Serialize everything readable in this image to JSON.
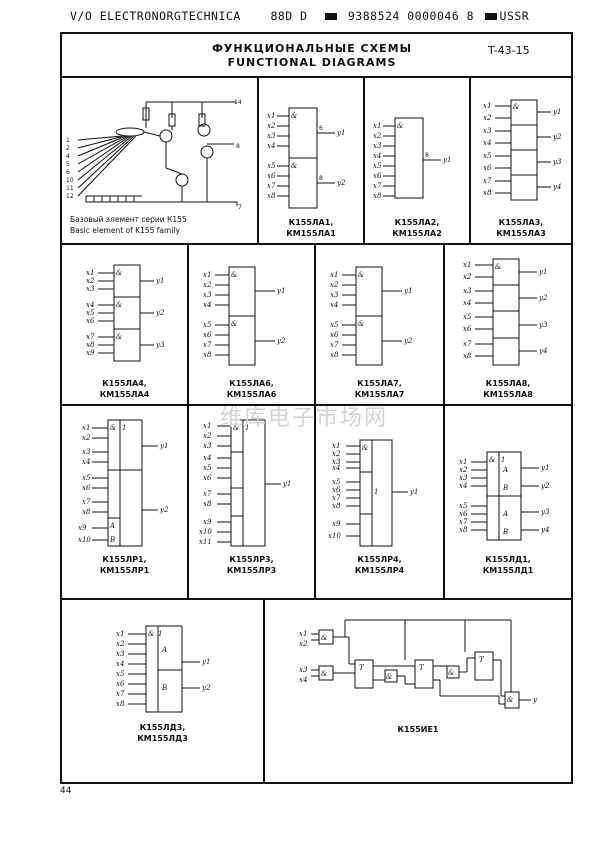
{
  "header": {
    "left": "V/O ELECTRONORGTECHNICA",
    "code1": "88D D",
    "code2": "9388524 0000046 8",
    "right": "USSR"
  },
  "title": {
    "ru": "ФУНКЦИОНАЛЬНЫЕ СХЕМЫ",
    "en": "FUNCTIONAL DIAGRAMS",
    "code": "T-43-15"
  },
  "cells": {
    "base": {
      "ru": "Базовый элемент серии К155",
      "en": "Basic element of K155 family"
    },
    "la1": [
      "К155ЛА1,",
      "КМ155ЛА1"
    ],
    "la2": [
      "К155ЛА2,",
      "КМ155ЛА2"
    ],
    "la3": [
      "К155ЛА3,",
      "КМ155ЛА3"
    ],
    "la4": [
      "К155ЛА4,",
      "КМ155ЛА4"
    ],
    "la6": [
      "К155ЛА6,",
      "КМ155ЛА6"
    ],
    "la7": [
      "К155ЛА7,",
      "КМ155ЛА7"
    ],
    "la8": [
      "К155ЛА8,",
      "КМ155ЛА8"
    ],
    "lr1": [
      "К155ЛР1,",
      "КМ155ЛР1"
    ],
    "lr3": [
      "К155ЛР3,",
      "КМ155ЛР3"
    ],
    "lr4": [
      "К155ЛР4,",
      "КМ155ЛР4"
    ],
    "ld1": [
      "К155ЛД1,",
      "КМ155ЛД1"
    ],
    "ld3": [
      "К155ЛД3,",
      "КМ155ЛД3"
    ],
    "ie1": [
      "К155ИЕ1"
    ]
  },
  "symbols": {
    "and": "&",
    "and1": "&1",
    "A": "A",
    "B": "B",
    "T": "T",
    "y": "y"
  },
  "watermark": "维库电子市场网",
  "footer": {
    "page": "44"
  }
}
